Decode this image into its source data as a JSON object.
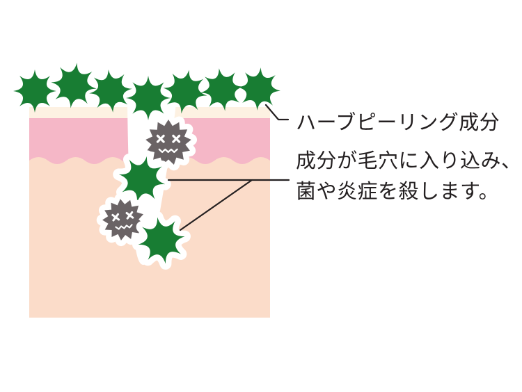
{
  "diagram": {
    "labels": {
      "component": "ハーブピーリング成分",
      "action_line1": "成分が毛穴に入り込み、",
      "action_line2": "菌や炎症を殺します。"
    },
    "colors": {
      "component_green": "#187d33",
      "germ_gray": "#6a6365",
      "skin_pink": "#f5b7c7",
      "skin_peach": "#fbdcc9",
      "skin_cream": "#fdf1e2",
      "pore_white": "#ffffff",
      "text_dark": "#231f20",
      "page_bg": "#ffffff"
    },
    "counts": {
      "surface_components": 7,
      "pore_components": 2,
      "germs": 2
    }
  }
}
